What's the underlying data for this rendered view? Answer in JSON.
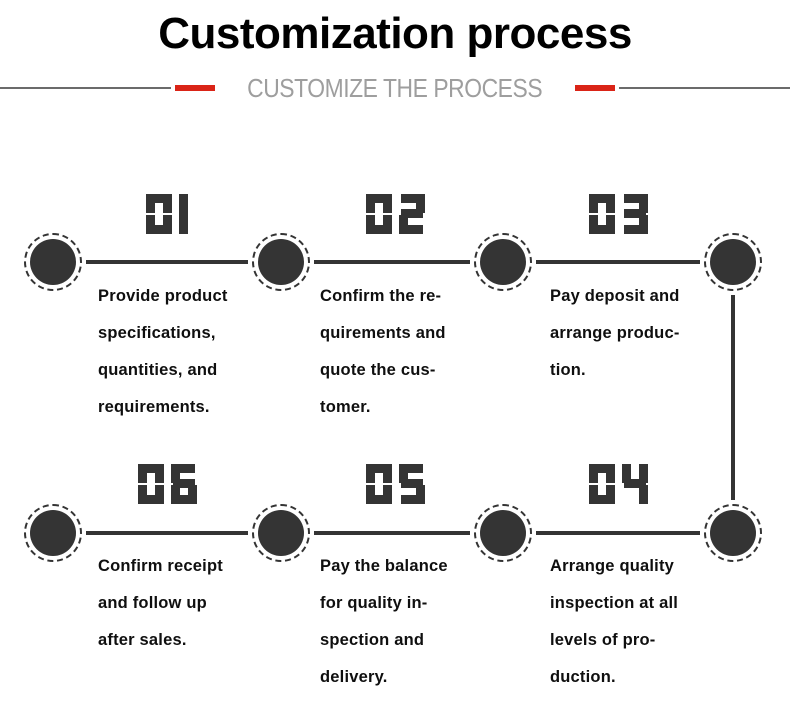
{
  "header": {
    "title": "Customization process",
    "subtitle": "CUSTOMIZE THE PROCESS"
  },
  "colors": {
    "accent_red": "#da2417",
    "divider_gray": "#6b6b6b",
    "subtitle_gray": "#9e9e9e",
    "diagram_dark": "#343434"
  },
  "process": {
    "steps": [
      {
        "number": "01",
        "text": "Provide product specifications, quantities, and requirements.",
        "lines": [
          "Provide product",
          "specifications,",
          "quantities, and",
          "requirements."
        ]
      },
      {
        "number": "02",
        "text": "Confirm the requirements and quote the customer.",
        "lines": [
          "Confirm the re-",
          "quirements and",
          "quote the cus-",
          "tomer."
        ]
      },
      {
        "number": "03",
        "text": "Pay deposit and arrange production.",
        "lines": [
          "Pay deposit and",
          "arrange produc-",
          "tion."
        ]
      },
      {
        "number": "04",
        "text": "Arrange quality inspection at all levels of production.",
        "lines": [
          "Arrange quality",
          "inspection at all",
          "levels of pro-",
          "duction."
        ]
      },
      {
        "number": "05",
        "text": "Pay the balance for quality inspection and delivery.",
        "lines": [
          "Pay the balance",
          "for quality in-",
          "spection and",
          "delivery."
        ]
      },
      {
        "number": "06",
        "text": "Confirm receipt and follow up after sales.",
        "lines": [
          "Confirm receipt",
          "and follow up",
          "after sales."
        ]
      }
    ]
  }
}
